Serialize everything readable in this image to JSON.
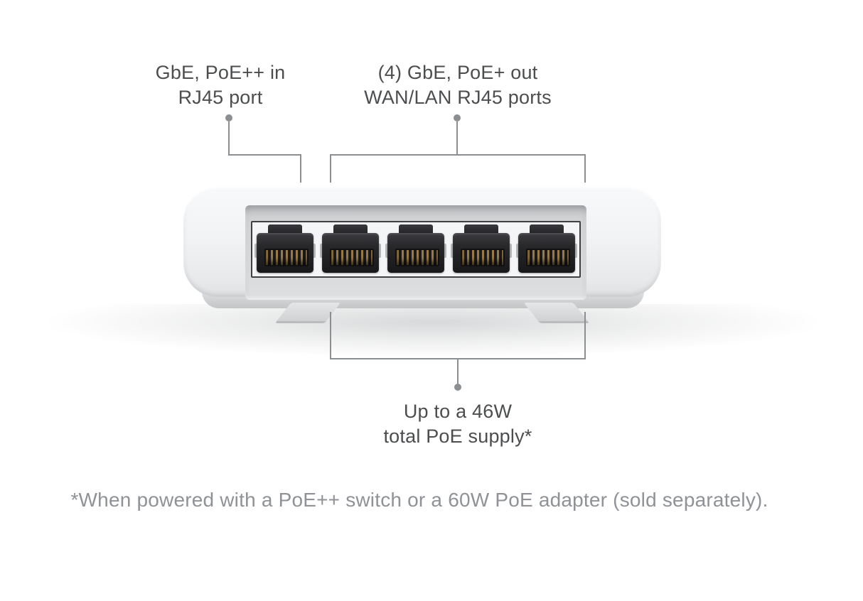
{
  "diagram": {
    "title_context": "PoE switch rear-port callout diagram",
    "labels": {
      "poe_in": {
        "line1": "GbE, PoE++ in",
        "line2": "RJ45 port"
      },
      "poe_out": {
        "line1": "(4) GbE, PoE+ out",
        "line2": "WAN/LAN RJ45 ports"
      },
      "poe_supply": {
        "line1": "Up to a 46W",
        "line2": "total PoE supply*"
      }
    },
    "footnote": "*When powered with a PoE++ switch or a 60W PoE adapter (sold separately).",
    "device": {
      "description": "White 5-port network switch, rear view, RJ45 ports with gold pins",
      "port_count": 5
    },
    "colors": {
      "background": "#ffffff",
      "label_text": "#4b4d4f",
      "footnote_text": "#8f9296",
      "leader_line": "#8c8f91",
      "device_body": "#eff1f3",
      "port_bay": "#d5d7d9",
      "jack_dark": "#1d1d1f",
      "pins_gold": "#9a7a44"
    }
  }
}
